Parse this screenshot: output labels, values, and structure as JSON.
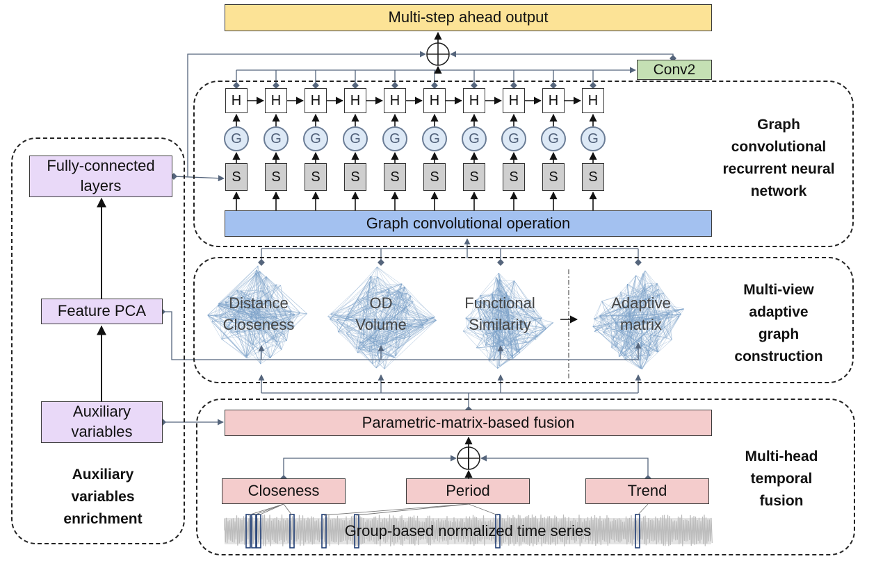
{
  "output_label": "Multi-step ahead output",
  "conv_label": "Conv2",
  "gcrnn": {
    "title": [
      "Graph",
      "convolutional",
      "recurrent neural",
      "network"
    ],
    "h_label": "H",
    "g_label": "G",
    "s_label": "S",
    "step_count": 10,
    "gconv_label": "Graph convolutional operation"
  },
  "multiview": {
    "title": [
      "Multi-view",
      "adaptive",
      "graph",
      "construction"
    ],
    "views": [
      {
        "line1": "Distance",
        "line2": "Closeness"
      },
      {
        "line1": "OD",
        "line2": "Volume"
      },
      {
        "line1": "Functional",
        "line2": "Similarity"
      },
      {
        "line1": "Adaptive",
        "line2": "matrix"
      }
    ]
  },
  "temporal": {
    "title": [
      "Multi-head",
      "temporal",
      "fusion"
    ],
    "fusion_label": "Parametric-matrix-based fusion",
    "heads": [
      "Closeness",
      "Period",
      "Trend"
    ],
    "series_label": "Group-based normalized time series"
  },
  "auxiliary": {
    "title": [
      "Auxiliary",
      "variables",
      "enrichment"
    ],
    "fc_label": "Fully-connected layers",
    "pca_label": "Feature PCA",
    "aux_label": "Auxiliary variables"
  },
  "colors": {
    "output_fill": "#fce396",
    "conv_fill": "#c5e0b4",
    "gconv_fill": "#a3c1f0",
    "fusion_fill": "#f4cccc",
    "aux_fill": "#e9d9f8",
    "s_fill": "#cfcfcf",
    "g_fill": "#dde9f6",
    "graph_stroke": "#7aa0c8",
    "arrow": "#55657c",
    "series_fill": "#bcbcbc",
    "window_stroke": "#1f3d75"
  }
}
